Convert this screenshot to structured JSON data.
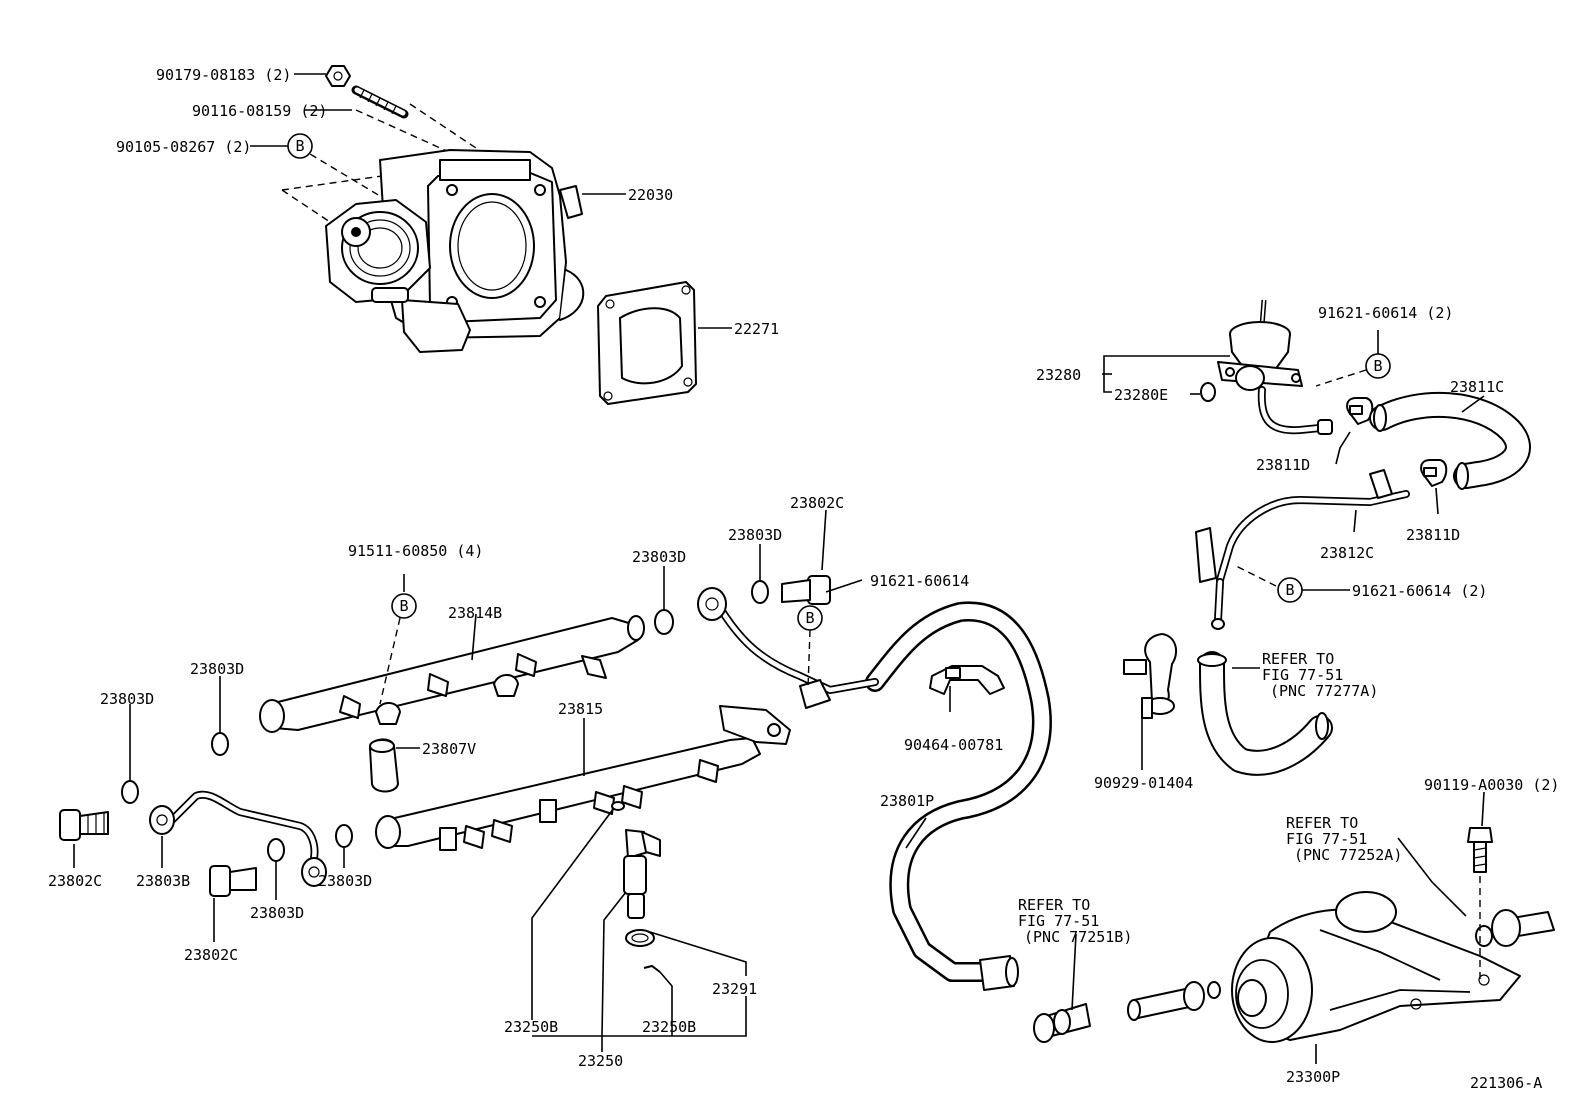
{
  "diagram_id": "221306-A",
  "labels": [
    {
      "id": "p90179",
      "text": "90179-08183 (2)"
    },
    {
      "id": "p90116",
      "text": "90116-08159 (2)"
    },
    {
      "id": "p90105",
      "text": "90105-08267 (2)"
    },
    {
      "id": "p22030",
      "text": "22030"
    },
    {
      "id": "p22271",
      "text": "22271"
    },
    {
      "id": "p23280",
      "text": "23280"
    },
    {
      "id": "p23280E",
      "text": "23280E"
    },
    {
      "id": "p91621a",
      "text": "91621-60614 (2)"
    },
    {
      "id": "p23811C",
      "text": "23811C"
    },
    {
      "id": "p23811Da",
      "text": "23811D"
    },
    {
      "id": "p23811Db",
      "text": "23811D"
    },
    {
      "id": "p23812C",
      "text": "23812C"
    },
    {
      "id": "p91621b",
      "text": "91621-60614 (2)"
    },
    {
      "id": "p23802Ca",
      "text": "23802C"
    },
    {
      "id": "p91621c",
      "text": "91621-60614"
    },
    {
      "id": "p23803Da",
      "text": "23803D"
    },
    {
      "id": "p23803Db",
      "text": "23803D"
    },
    {
      "id": "p91511",
      "text": "91511-60850 (4)"
    },
    {
      "id": "p23814B",
      "text": "23814B"
    },
    {
      "id": "p23803Dc",
      "text": "23803D"
    },
    {
      "id": "p23803Dd",
      "text": "23803D"
    },
    {
      "id": "p23815",
      "text": "23815"
    },
    {
      "id": "p23807V",
      "text": "23807V"
    },
    {
      "id": "p90464",
      "text": "90464-00781"
    },
    {
      "id": "p90929",
      "text": "90929-01404"
    },
    {
      "id": "p23802Cb",
      "text": "23802C"
    },
    {
      "id": "p23803B",
      "text": "23803B"
    },
    {
      "id": "p23803De",
      "text": "23803D"
    },
    {
      "id": "p23803Df",
      "text": "23803D"
    },
    {
      "id": "p23802Cc",
      "text": "23802C"
    },
    {
      "id": "p23801P",
      "text": "23801P"
    },
    {
      "id": "p90119",
      "text": "90119-A0030 (2)"
    },
    {
      "id": "p23250Ba",
      "text": "23250B"
    },
    {
      "id": "p23250Bb",
      "text": "23250B"
    },
    {
      "id": "p23291",
      "text": "23291"
    },
    {
      "id": "p23250",
      "text": "23250"
    },
    {
      "id": "p23300P",
      "text": "23300P"
    }
  ],
  "references": [
    {
      "id": "refA",
      "lines": [
        "REFER TO",
        "FIG 77-51",
        "(PNC 77277A)"
      ]
    },
    {
      "id": "refB",
      "lines": [
        "REFER TO",
        "FIG 77-51",
        "(PNC 77252A)"
      ]
    },
    {
      "id": "refC",
      "lines": [
        "REFER TO",
        "FIG 77-51",
        "(PNC 77251B)"
      ]
    }
  ],
  "marker_letter": "B"
}
